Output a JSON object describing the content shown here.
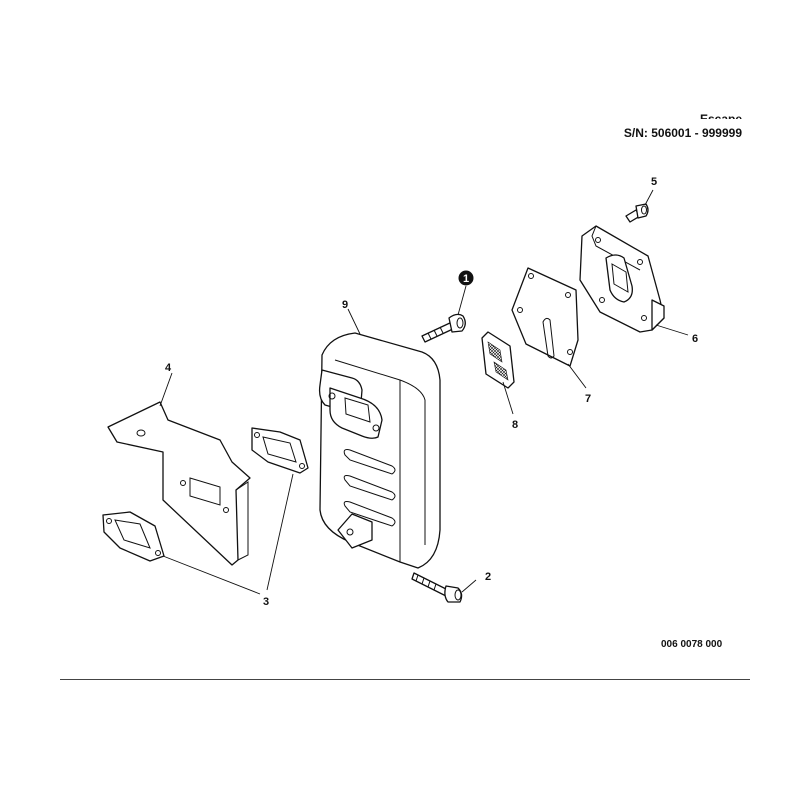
{
  "header": {
    "title": "Escape",
    "serial_range": "S/N: 506001 - 999999"
  },
  "drawing_code": "006 0078 000",
  "callouts": {
    "c1": "1",
    "c2": "2",
    "c3": "3",
    "c4": "4",
    "c5": "5",
    "c6": "6",
    "c7": "7",
    "c8": "8",
    "c9": "9"
  }
}
